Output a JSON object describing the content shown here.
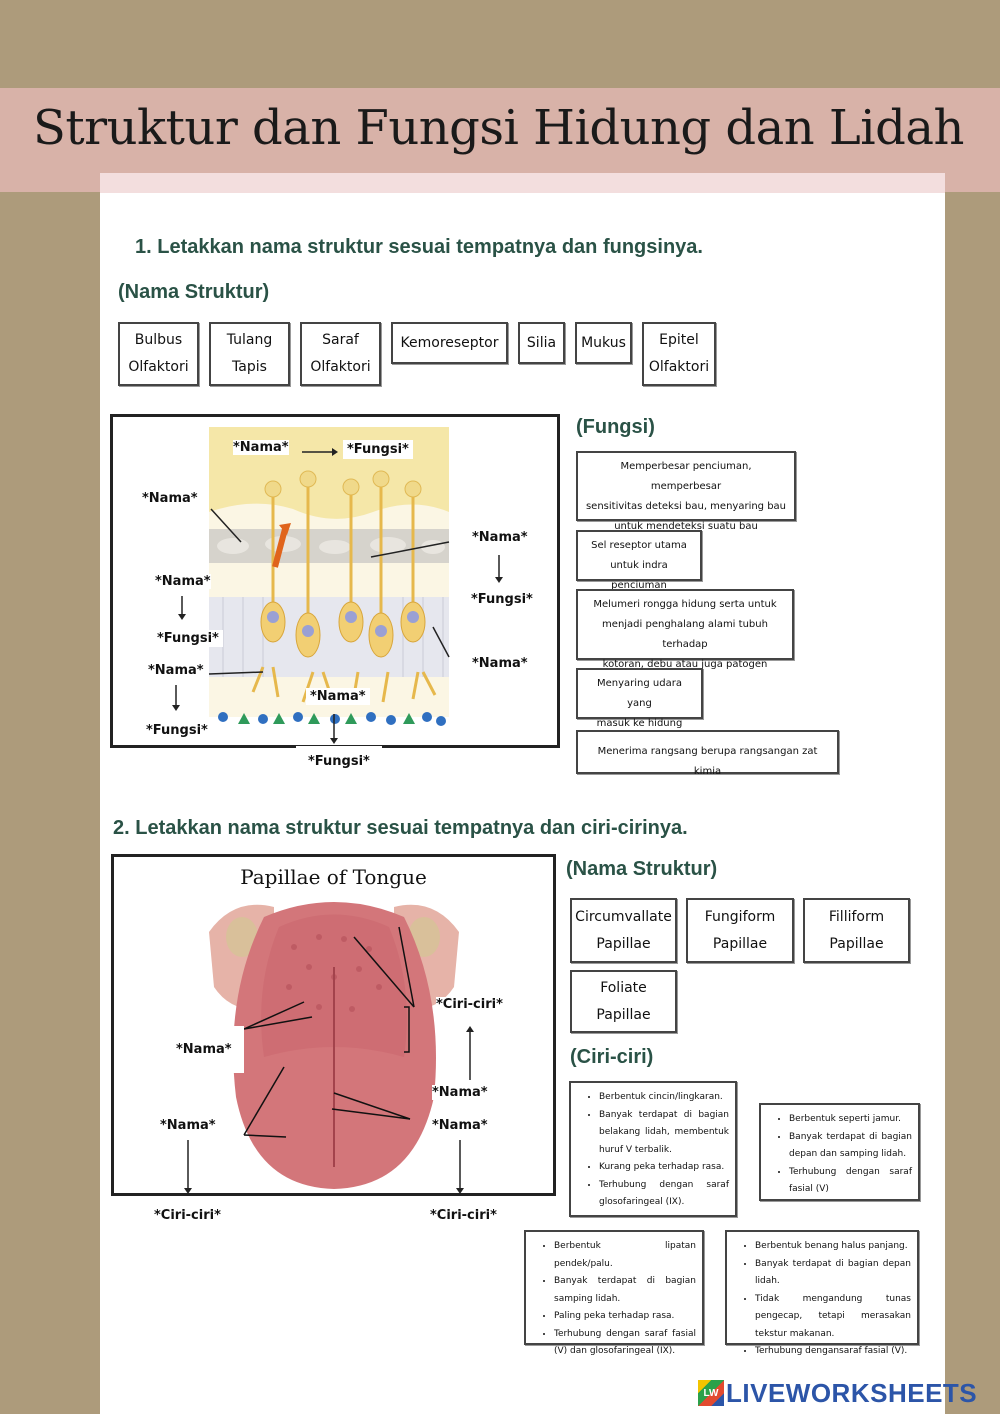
{
  "title": "Struktur dan Fungsi Hidung dan Lidah",
  "q1": {
    "heading": "1. Letakkan nama struktur sesuai tempatnya dan fungsinya.",
    "nama_struktur_heading": "(Nama Struktur)",
    "structures": [
      [
        "Bulbus",
        "Olfaktori"
      ],
      [
        "Tulang",
        "Tapis"
      ],
      [
        "Saraf",
        "Olfaktori"
      ],
      [
        "Kemoreseptor"
      ],
      [
        "Silia"
      ],
      [
        "Mukus"
      ],
      [
        "Epitel",
        "Olfaktori"
      ]
    ],
    "fungsi_heading": "(Fungsi)",
    "functions": [
      [
        "Memperbesar penciuman, memperbesar",
        "sensitivitas deteksi bau, menyaring bau",
        "untuk mendeteksi suatu bau"
      ],
      [
        "Sel reseptor utama",
        "untuk indra penciuman"
      ],
      [
        "Melumeri rongga hidung serta untuk",
        "menjadi penghalang alami tubuh terhadap",
        "kotoran, debu atau juga patogen"
      ],
      [
        "Menyaring udara yang",
        "masuk ke hidung"
      ],
      [
        "Menerima rangsang berupa rangsangan zat kimia"
      ]
    ],
    "placeholders": {
      "nama": "*Nama*",
      "fungsi": "*Fungsi*"
    }
  },
  "q2": {
    "heading": "2. Letakkan nama struktur sesuai tempatnya dan ciri-cirinya.",
    "figure_title": "Papillae of Tongue",
    "nama_struktur_heading": "(Nama Struktur)",
    "structures": [
      [
        "Circumvallate",
        "Papillae"
      ],
      [
        "Fungiform",
        "Papillae"
      ],
      [
        "Filliform",
        "Papillae"
      ],
      [
        "Foliate",
        "Papillae"
      ]
    ],
    "ciri_heading": "(Ciri-ciri)",
    "characteristics": [
      [
        "Berbentuk cincin/lingkaran.",
        "Banyak terdapat di bagian belakang lidah, membentuk huruf V terbalik.",
        "Kurang peka terhadap rasa.",
        "Terhubung dengan saraf glosofaringeal (IX)."
      ],
      [
        "Berbentuk seperti jamur.",
        "Banyak terdapat di bagian depan dan samping lidah.",
        "Terhubung dengan saraf fasial (V)"
      ],
      [
        "Berbentuk lipatan pendek/palu.",
        "Banyak terdapat di bagian samping lidah.",
        "Paling peka terhadap rasa.",
        "Terhubung dengan saraf fasial (V) dan glosofaringeal (IX)."
      ],
      [
        "Berbentuk benang halus panjang.",
        "Banyak terdapat di bagian depan lidah.",
        "Tidak mengandung tunas pengecap, tetapi merasakan tekstur makanan.",
        "Terhubung dengansaraf fasial (V)."
      ]
    ],
    "placeholders": {
      "nama": "*Nama*",
      "ciri": "*Ciri-ciri*"
    }
  },
  "logo": {
    "icon_text": "LW",
    "text": "LIVEWORKSHEETS"
  },
  "colors": {
    "background": "#ad9b7b",
    "title_band": "#d8b2a8",
    "heading": "#2a5246",
    "logo": "#2c55a8"
  }
}
